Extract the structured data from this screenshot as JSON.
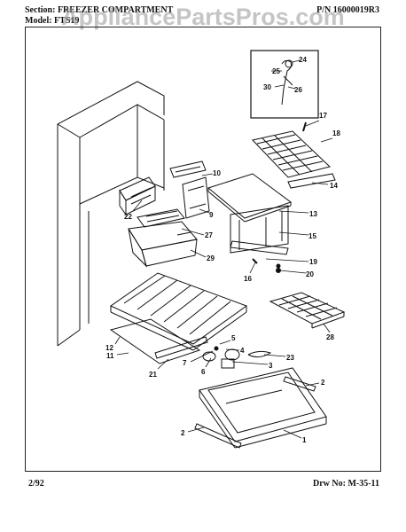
{
  "header": {
    "section": "Section: FREEZER COMPARTMENT",
    "model": "Model: FTS19",
    "part_number": "P/N 16000019R3"
  },
  "watermark": "AppliancePartsPros.com",
  "footer": {
    "date": "2/92",
    "drawing_number": "Drw No: M-35-11"
  },
  "callouts": {
    "c1": "1",
    "c2a": "2",
    "c2b": "2",
    "c3": "3",
    "c4": "4",
    "c5": "5",
    "c6": "6",
    "c7": "7",
    "c9": "9",
    "c10": "10",
    "c11": "11",
    "c12": "12",
    "c13": "13",
    "c14": "14",
    "c15": "15",
    "c16": "16",
    "c17": "17",
    "c18": "18",
    "c19": "19",
    "c20": "20",
    "c21": "21",
    "c22": "22",
    "c23": "23",
    "c24": "24",
    "c25": "25",
    "c26": "26",
    "c27": "27",
    "c28": "28",
    "c29": "29",
    "c30": "30"
  },
  "colors": {
    "ink": "#111111",
    "watermark": "#969696"
  }
}
